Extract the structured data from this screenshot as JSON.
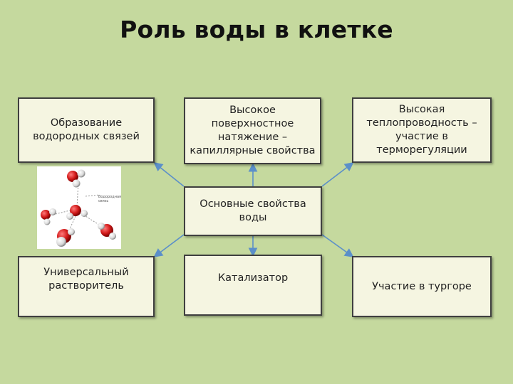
{
  "title": "Роль воды в клетке",
  "center": "Основные свойства\nводы",
  "boxes": {
    "hydrogen": "Образование\nводородных связей",
    "tension": "Высокое\nповерхностное\nнатяжение –\nкапиллярные свойства",
    "heat": "Высокая\nтеплопроводность –\nучастие в\nтерморегуляции",
    "solvent": "Универсальный\nрастворитель",
    "catalyst": "Катализатор",
    "turgor": "Участие в тургоре"
  },
  "image": {
    "caption": "Водородная\nсвязь"
  },
  "colors": {
    "background": "#c5d99e",
    "box_fill": "#f5f5e1",
    "connector": "#5b8fc9"
  }
}
